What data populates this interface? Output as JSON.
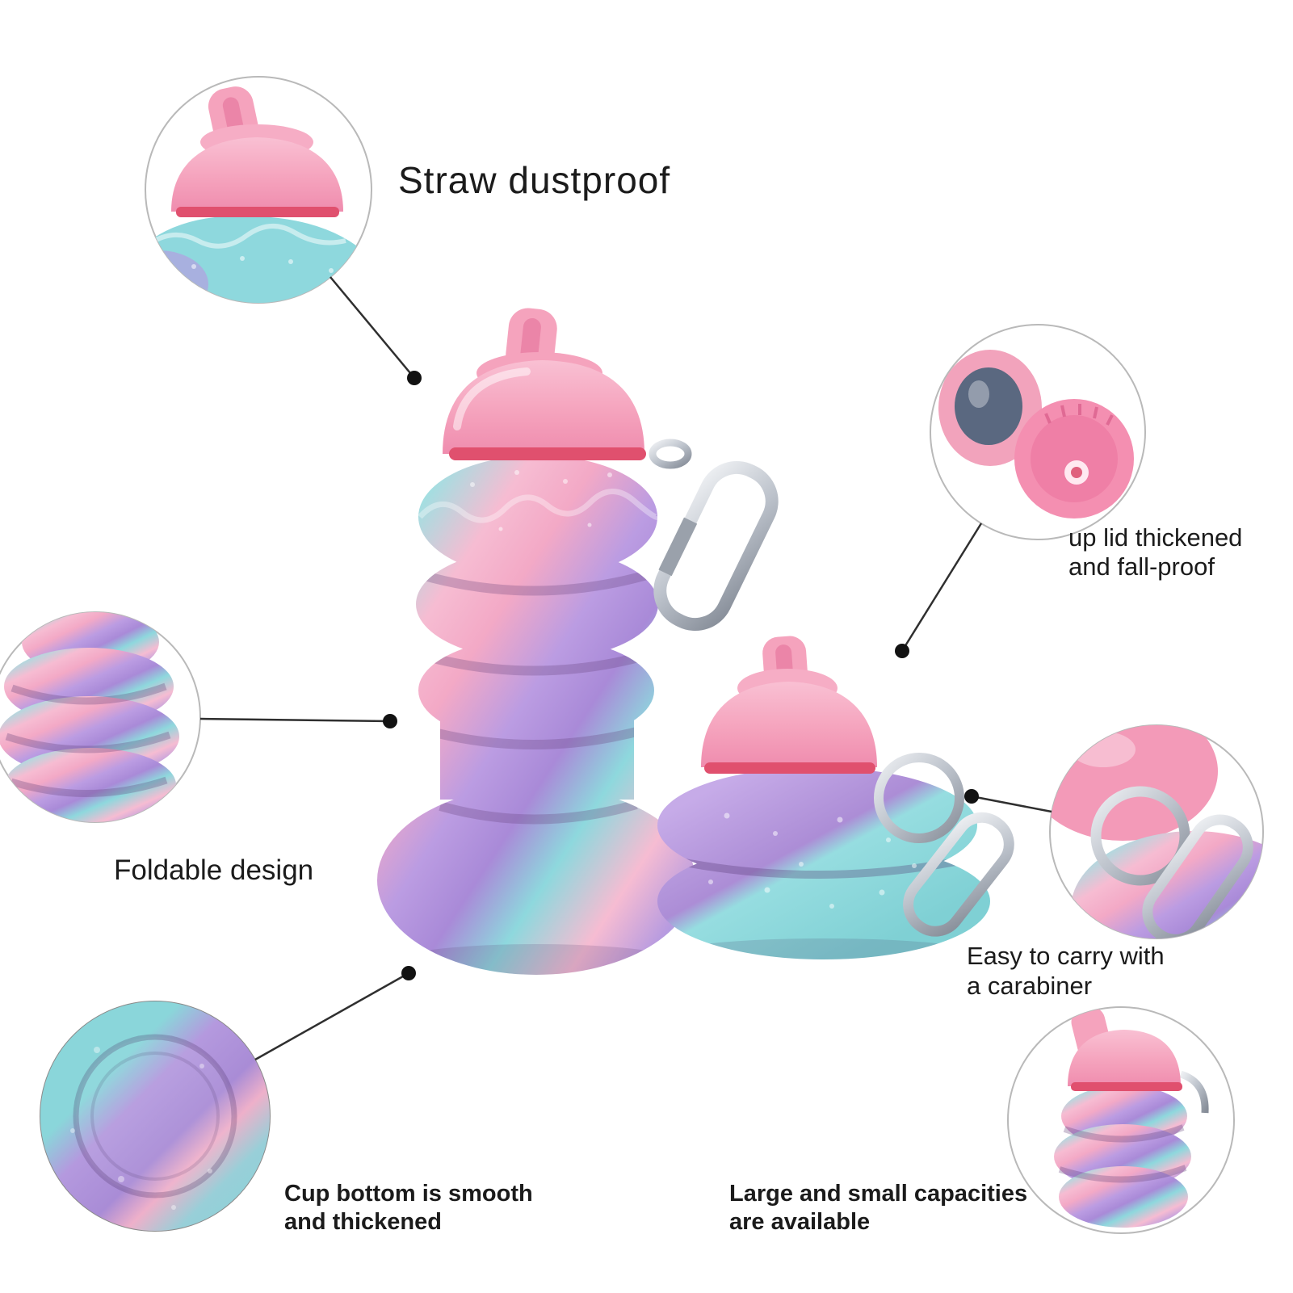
{
  "colors": {
    "background": "#ffffff",
    "text": "#1b1b1b",
    "leader_line": "#2f2f2f",
    "cap_pink": "#f5a3bd",
    "seam_red": "#e0506e",
    "body_teal": "#8ed8dd",
    "body_pink": "#f6bcd2",
    "body_purple": "#b79be0",
    "carabiner_silver": "#bcc2cb"
  },
  "callouts": [
    {
      "id": "straw-dustproof",
      "lines": [
        "Straw dustproof"
      ]
    },
    {
      "id": "up-lid",
      "lines": [
        "up lid thickened",
        "and fall-proof"
      ]
    },
    {
      "id": "foldable-design",
      "lines": [
        "Foldable design"
      ]
    },
    {
      "id": "easy-carry",
      "lines": [
        "Easy to carry with",
        "a carabiner"
      ]
    },
    {
      "id": "cup-bottom",
      "lines": [
        "Cup bottom is smooth",
        "and thickened"
      ]
    },
    {
      "id": "capacities",
      "lines": [
        "Large and small capacities",
        "are available"
      ]
    }
  ]
}
